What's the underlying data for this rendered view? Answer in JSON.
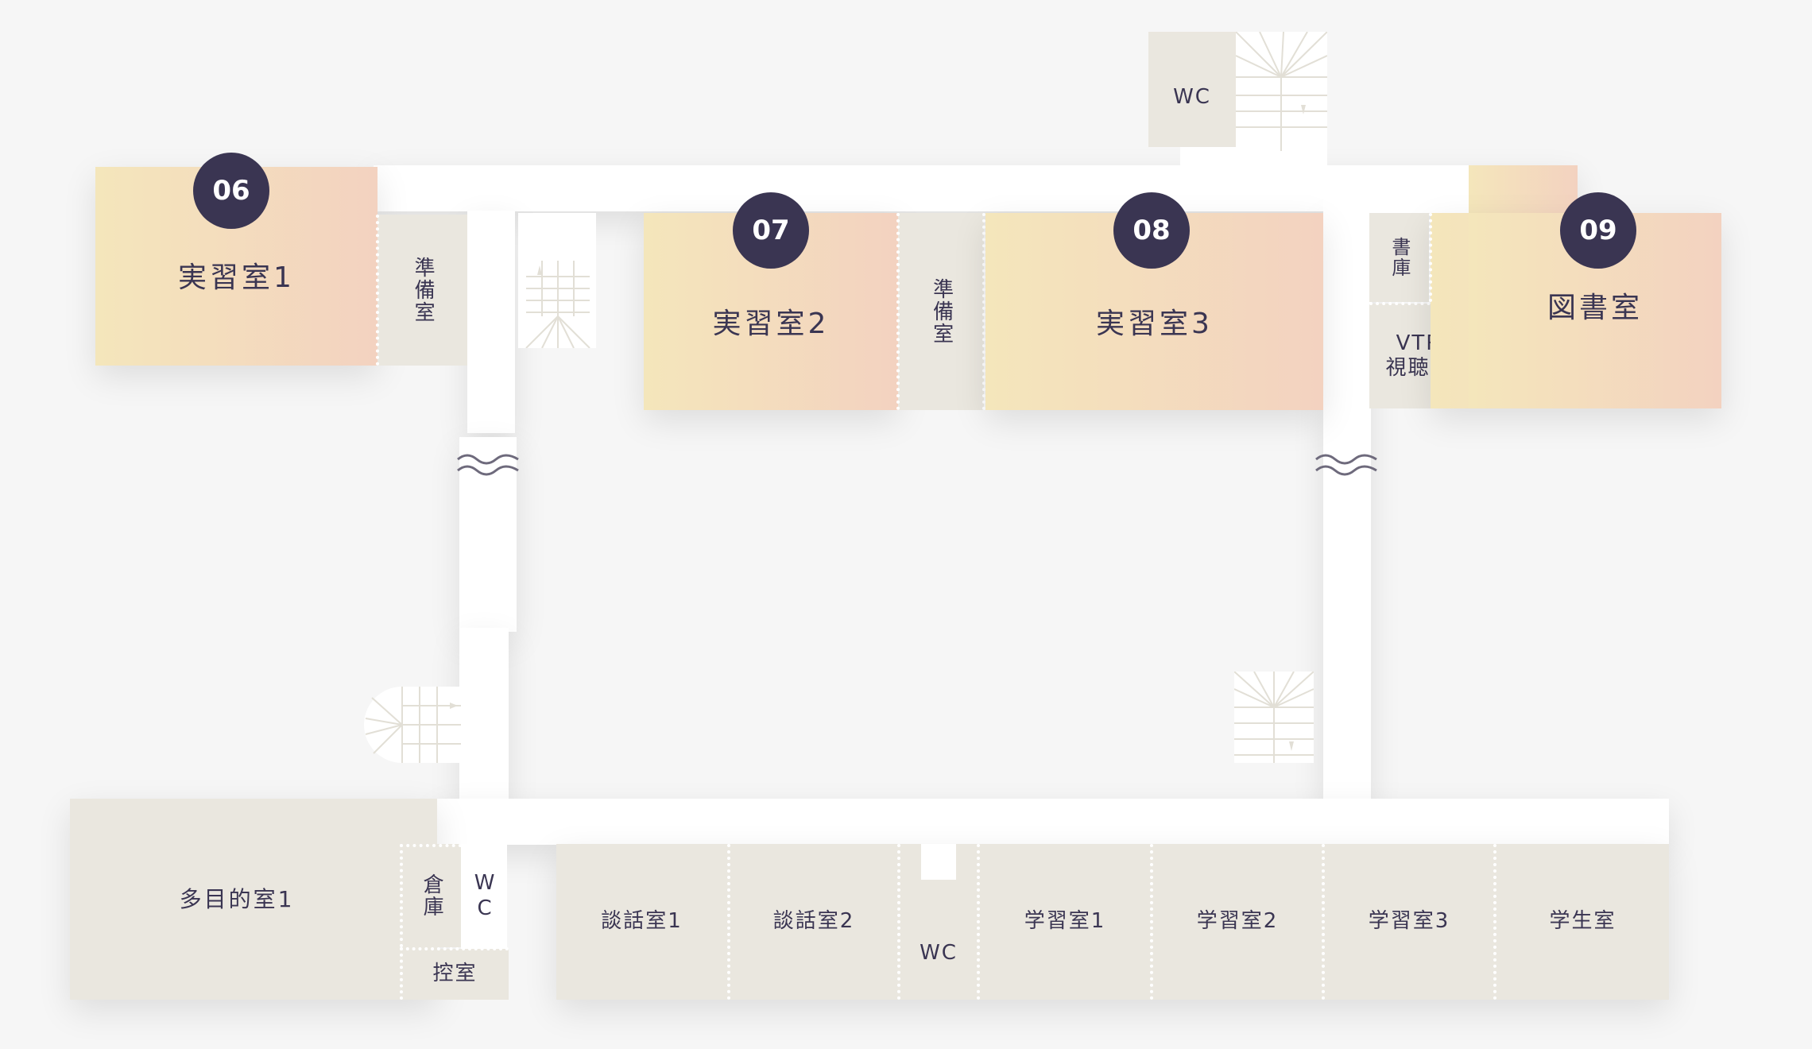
{
  "colors": {
    "background": "#f6f6f6",
    "corridor": "#ffffff",
    "room_grey": "#eae7df",
    "room_gradient_start": "#f4e6bb",
    "room_gradient_end": "#f3d2c0",
    "badge": "#3a3552",
    "text": "#3a3552"
  },
  "numbered_rooms": [
    {
      "number": "06",
      "name": "実習室1"
    },
    {
      "number": "07",
      "name": "実習室2"
    },
    {
      "number": "08",
      "name": "実習室3"
    },
    {
      "number": "09",
      "name": "図書室"
    }
  ],
  "upper_rooms": {
    "prep_room": "準備室",
    "book_storage": "書庫",
    "vtr_room": "VTR\n視聴室",
    "wc": "WC"
  },
  "lower_rooms": {
    "multipurpose": "多目的室1",
    "storage": "倉庫",
    "wc_vertical": "WC",
    "waiting_room": "控室",
    "lounge_1": "談話室1",
    "lounge_2": "談話室2",
    "wc": "WC",
    "study_1": "学習室1",
    "study_2": "学習室2",
    "study_3": "学習室3",
    "student_room": "学生室"
  },
  "icons": {
    "staircase": "staircase-icon",
    "break": "wave-break-icon"
  }
}
